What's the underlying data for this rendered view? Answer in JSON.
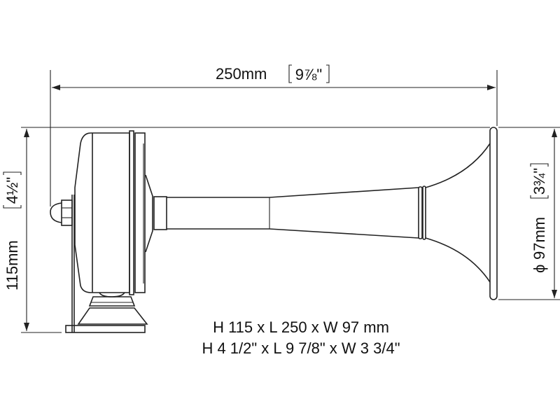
{
  "title": "Horn dimension drawing",
  "dimensions": {
    "length": {
      "metric": "250mm",
      "imperial": "9⅞\""
    },
    "height": {
      "metric": "115mm",
      "imperial": "4½\""
    },
    "diameter": {
      "symbol": "ϕ",
      "metric": "97mm",
      "imperial": "3¾\""
    }
  },
  "summary": {
    "metric_line": "H 115 x L 250 x W 97 mm",
    "imperial_line": "H 4 1/2\" x L 9 7/8\" x W 3 3/4\""
  }
}
